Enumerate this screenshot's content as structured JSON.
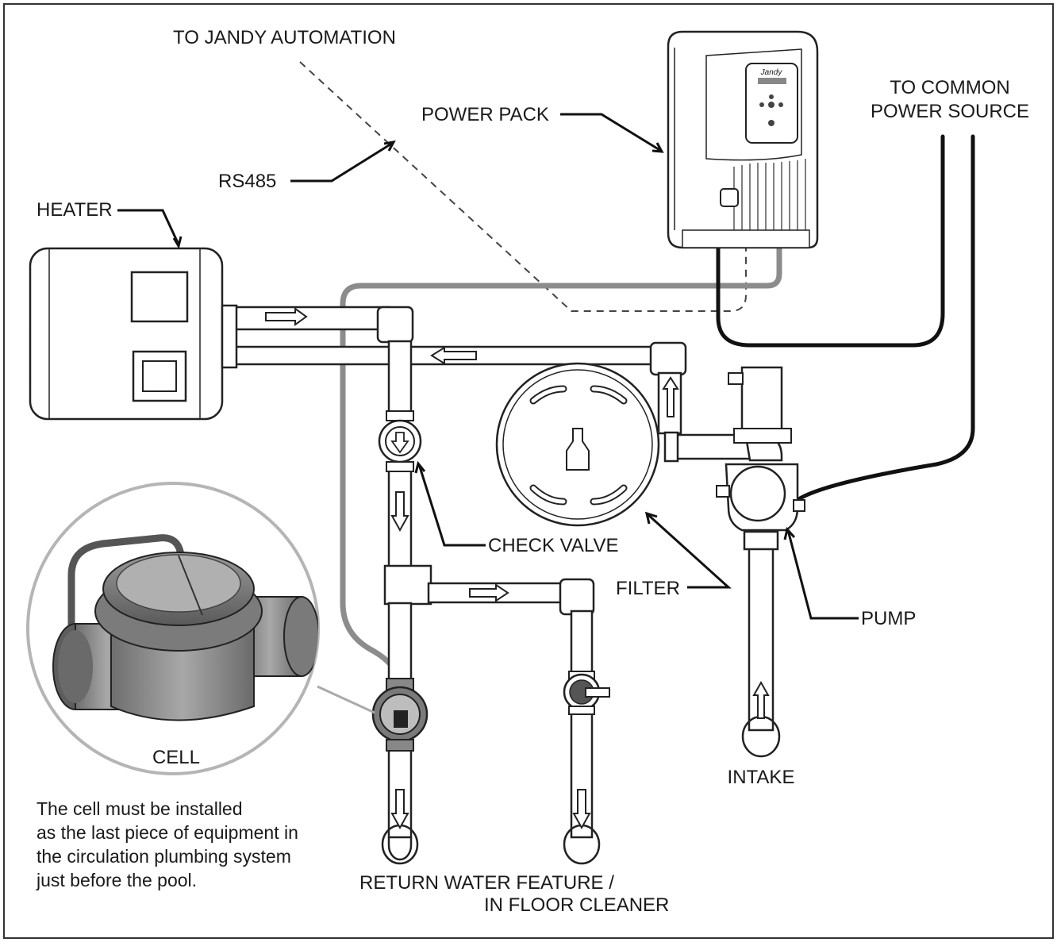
{
  "labels": {
    "jandy_automation": "TO JANDY AUTOMATION",
    "power_pack": "POWER PACK",
    "common_power_1": "TO COMMON",
    "common_power_2": "POWER SOURCE",
    "rs485": "RS485",
    "heater": "HEATER",
    "check_valve": "CHECK VALVE",
    "filter": "FILTER",
    "pump": "PUMP",
    "cell": "CELL",
    "intake": "INTAKE",
    "return_1": "RETURN WATER FEATURE /",
    "return_2": "IN FLOOR CLEANER"
  },
  "note": {
    "line1": "The cell must be installed",
    "line2": "as the last piece of equipment in",
    "line3": "the circulation plumbing system",
    "line4": "just before the pool."
  },
  "device": {
    "brand": "Jandy"
  },
  "colors": {
    "line": "#222222",
    "grey_cable": "#8c8c8c",
    "border": "#333333"
  }
}
